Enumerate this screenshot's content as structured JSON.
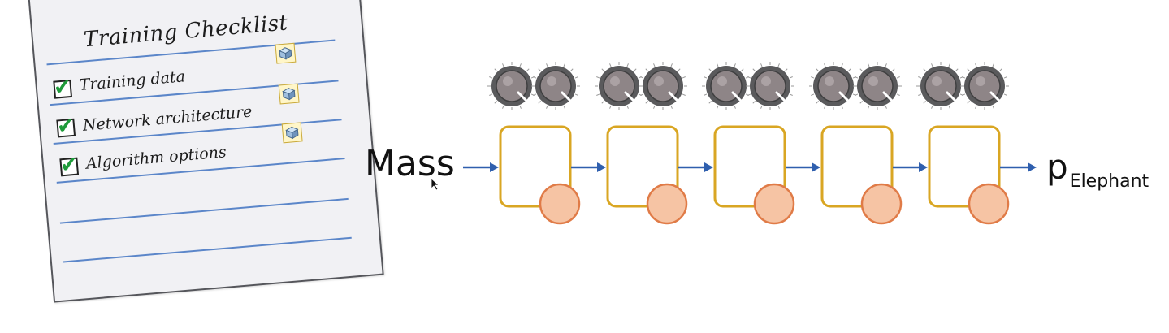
{
  "checklist": {
    "title": "Training Checklist",
    "items": [
      {
        "label": "Training data",
        "checked": true,
        "icon": "cube-icon"
      },
      {
        "label": "Network architecture",
        "checked": true,
        "icon": "cube-icon"
      },
      {
        "label": "Algorithm options",
        "checked": true,
        "icon": "cube-icon"
      }
    ],
    "empty_lines": 2
  },
  "diagram": {
    "input_label": "Mass",
    "output_label": "p",
    "output_subscript": "Elephant",
    "layer_count": 5,
    "knobs_per_layer": 2,
    "colors": {
      "arrow": "#2f5fae",
      "layer_border": "#d9a623",
      "node_fill": "#f6c4a4",
      "node_border": "#e07b47",
      "knob_fill": "#8e8587",
      "knob_ring": "#5a5a5c"
    }
  }
}
